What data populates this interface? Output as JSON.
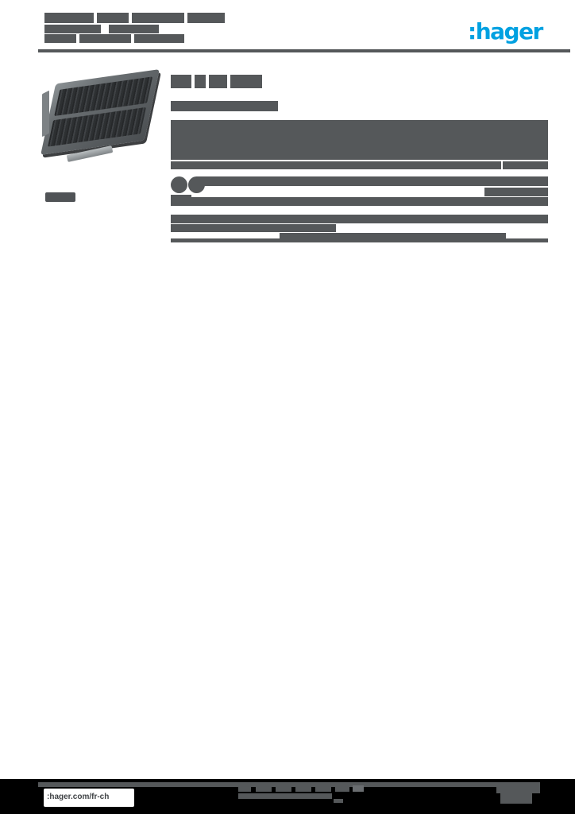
{
  "brand": {
    "logo_text": ":hager",
    "logo_color": "#00a1e1"
  },
  "header": {
    "title_lines_redacted": 3
  },
  "product": {
    "photo_subject": "dark floor-box cover with two brush strips, isometric view",
    "reference_label_redacted": true
  },
  "specs": {
    "section_title_redacted": true,
    "subtitle_redacted": true,
    "paragraph_redacted": true,
    "rows_redacted": 5,
    "right_aligned_values_redacted": 2,
    "pictograms": [
      "spec-picto-circle-1",
      "spec-picto-circle-2",
      "spec-picto-block"
    ]
  },
  "footer": {
    "website_url": ":hager.com/fr-ch",
    "address_lines_redacted": 2,
    "pageinfo_blocks_redacted": 2
  },
  "colors": {
    "page_background": "#ffffff",
    "footer_band": "#000000",
    "redacted_text": "#55585a",
    "rule": "#55585a",
    "url_box_background": "#ffffff",
    "url_text": "#3f4245",
    "product_tray_dark": "#3d4043",
    "product_tray_light": "#8b9194",
    "reference_label": "#505356"
  }
}
